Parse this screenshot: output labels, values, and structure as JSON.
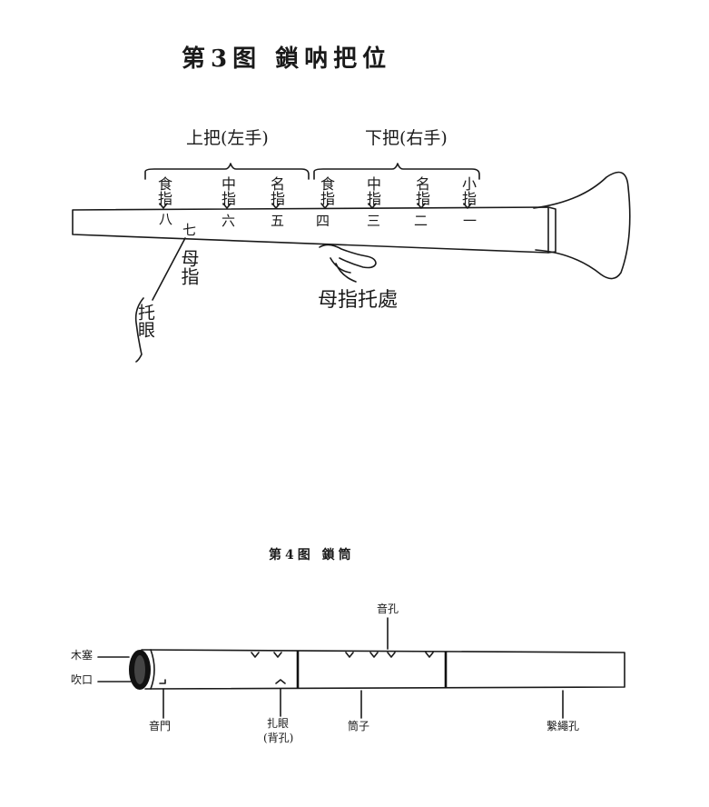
{
  "figure3": {
    "title": "第3图 鎖呐把位",
    "upper_grip": "上把(左手)",
    "lower_grip": "下把(右手)",
    "upper_fingers": [
      "食指",
      "中指",
      "名指"
    ],
    "lower_fingers": [
      "食指",
      "中指",
      "名指",
      "小指"
    ],
    "hole_numbers": [
      "八",
      "七",
      "六",
      "五",
      "四",
      "三",
      "二",
      "一"
    ],
    "thumb_label": "母指",
    "support_label": "托眼",
    "thumb_support_label": "母指托處"
  },
  "figure4": {
    "title": "第4图 鎖筒",
    "labels": {
      "sound_hole": "音孔",
      "wood_plug": "木塞",
      "blow_mouth": "吹口",
      "sound_gate": "音門",
      "support_eye": "扎眼",
      "support_eye_note": "(背孔)",
      "tube": "筒子",
      "tie_hole": "繫繩孔"
    }
  }
}
